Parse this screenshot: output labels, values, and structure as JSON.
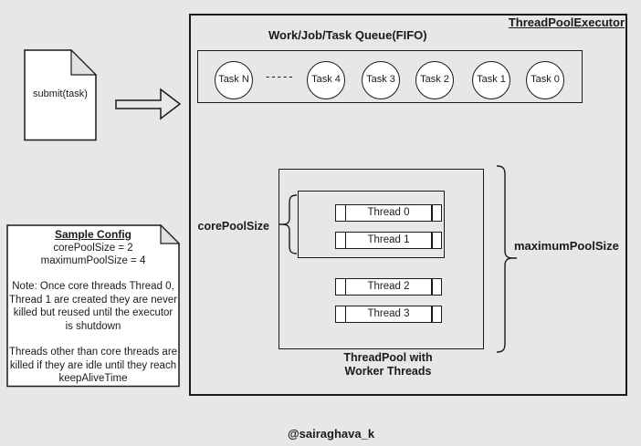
{
  "colors": {
    "background": "#e7e7e7",
    "shape_fill": "#ffffff",
    "stroke": "#1a1a1a",
    "fold_fill": "#e2e2e2"
  },
  "executor": {
    "title": "ThreadPoolExecutor"
  },
  "queue": {
    "title": "Work/Job/Task Queue(FIFO)",
    "tasks": [
      "Task N",
      "Task 4",
      "Task 3",
      "Task 2",
      "Task 1",
      "Task 0"
    ],
    "ellipsis": "-----"
  },
  "submit": {
    "label": "submit(task)"
  },
  "pool": {
    "core_label": "corePoolSize",
    "max_label": "maximumPoolSize",
    "threads": [
      "Thread 0",
      "Thread 1",
      "Thread 2",
      "Thread 3"
    ],
    "caption_line1": "ThreadPool with",
    "caption_line2": "Worker Threads"
  },
  "note": {
    "title": "Sample Config",
    "config_line1": "corePoolSize = 2",
    "config_line2": "maximumPoolSize = 4",
    "para1": "Note: Once core threads Thread 0, Thread 1 are created they are never killed but reused until the executor is shutdown",
    "para2": "Threads other than core threads are killed if they are idle until they reach keepAliveTime"
  },
  "footer": {
    "handle": "@sairaghava_k"
  }
}
